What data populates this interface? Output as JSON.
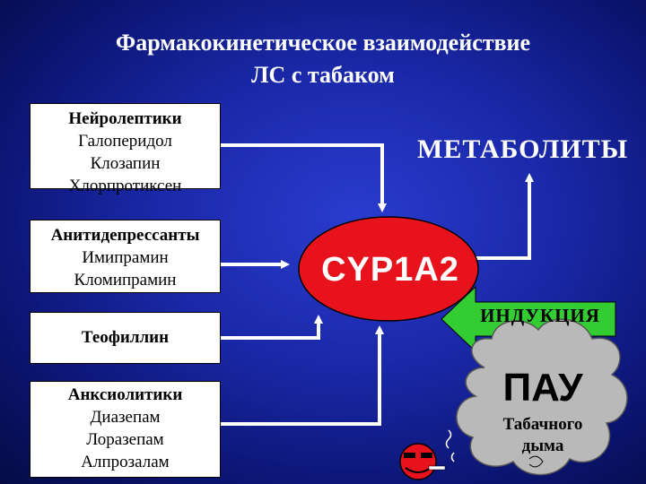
{
  "title": {
    "line1": "Фармакокинетическое взаимодействие",
    "line2": "ЛС с табаком"
  },
  "drug_groups": [
    {
      "head": "Нейролептики",
      "items": [
        "Галоперидол",
        "Клозапин",
        "Хлорпротиксен"
      ]
    },
    {
      "head": "Анитидепрессанты",
      "items": [
        "Имипрамин",
        "Кломипрамин"
      ]
    },
    {
      "head": "Теофиллин",
      "items": []
    },
    {
      "head": "Анксиолитики",
      "items": [
        "Диазепам",
        "Лоразепам",
        "Алпрозалам"
      ]
    }
  ],
  "enzyme": "CYP1A2",
  "metabolites": "МЕТАБОЛИТЫ",
  "induction": "ИНДУКЦИЯ",
  "pah": {
    "title": "ПАУ",
    "line1": "Табачного",
    "line2": "дыма"
  },
  "colors": {
    "enzyme": "#e8121c",
    "induction_arrow": "#33cc33",
    "cloud": "#b9b9b9",
    "background": "#1a28a8"
  }
}
